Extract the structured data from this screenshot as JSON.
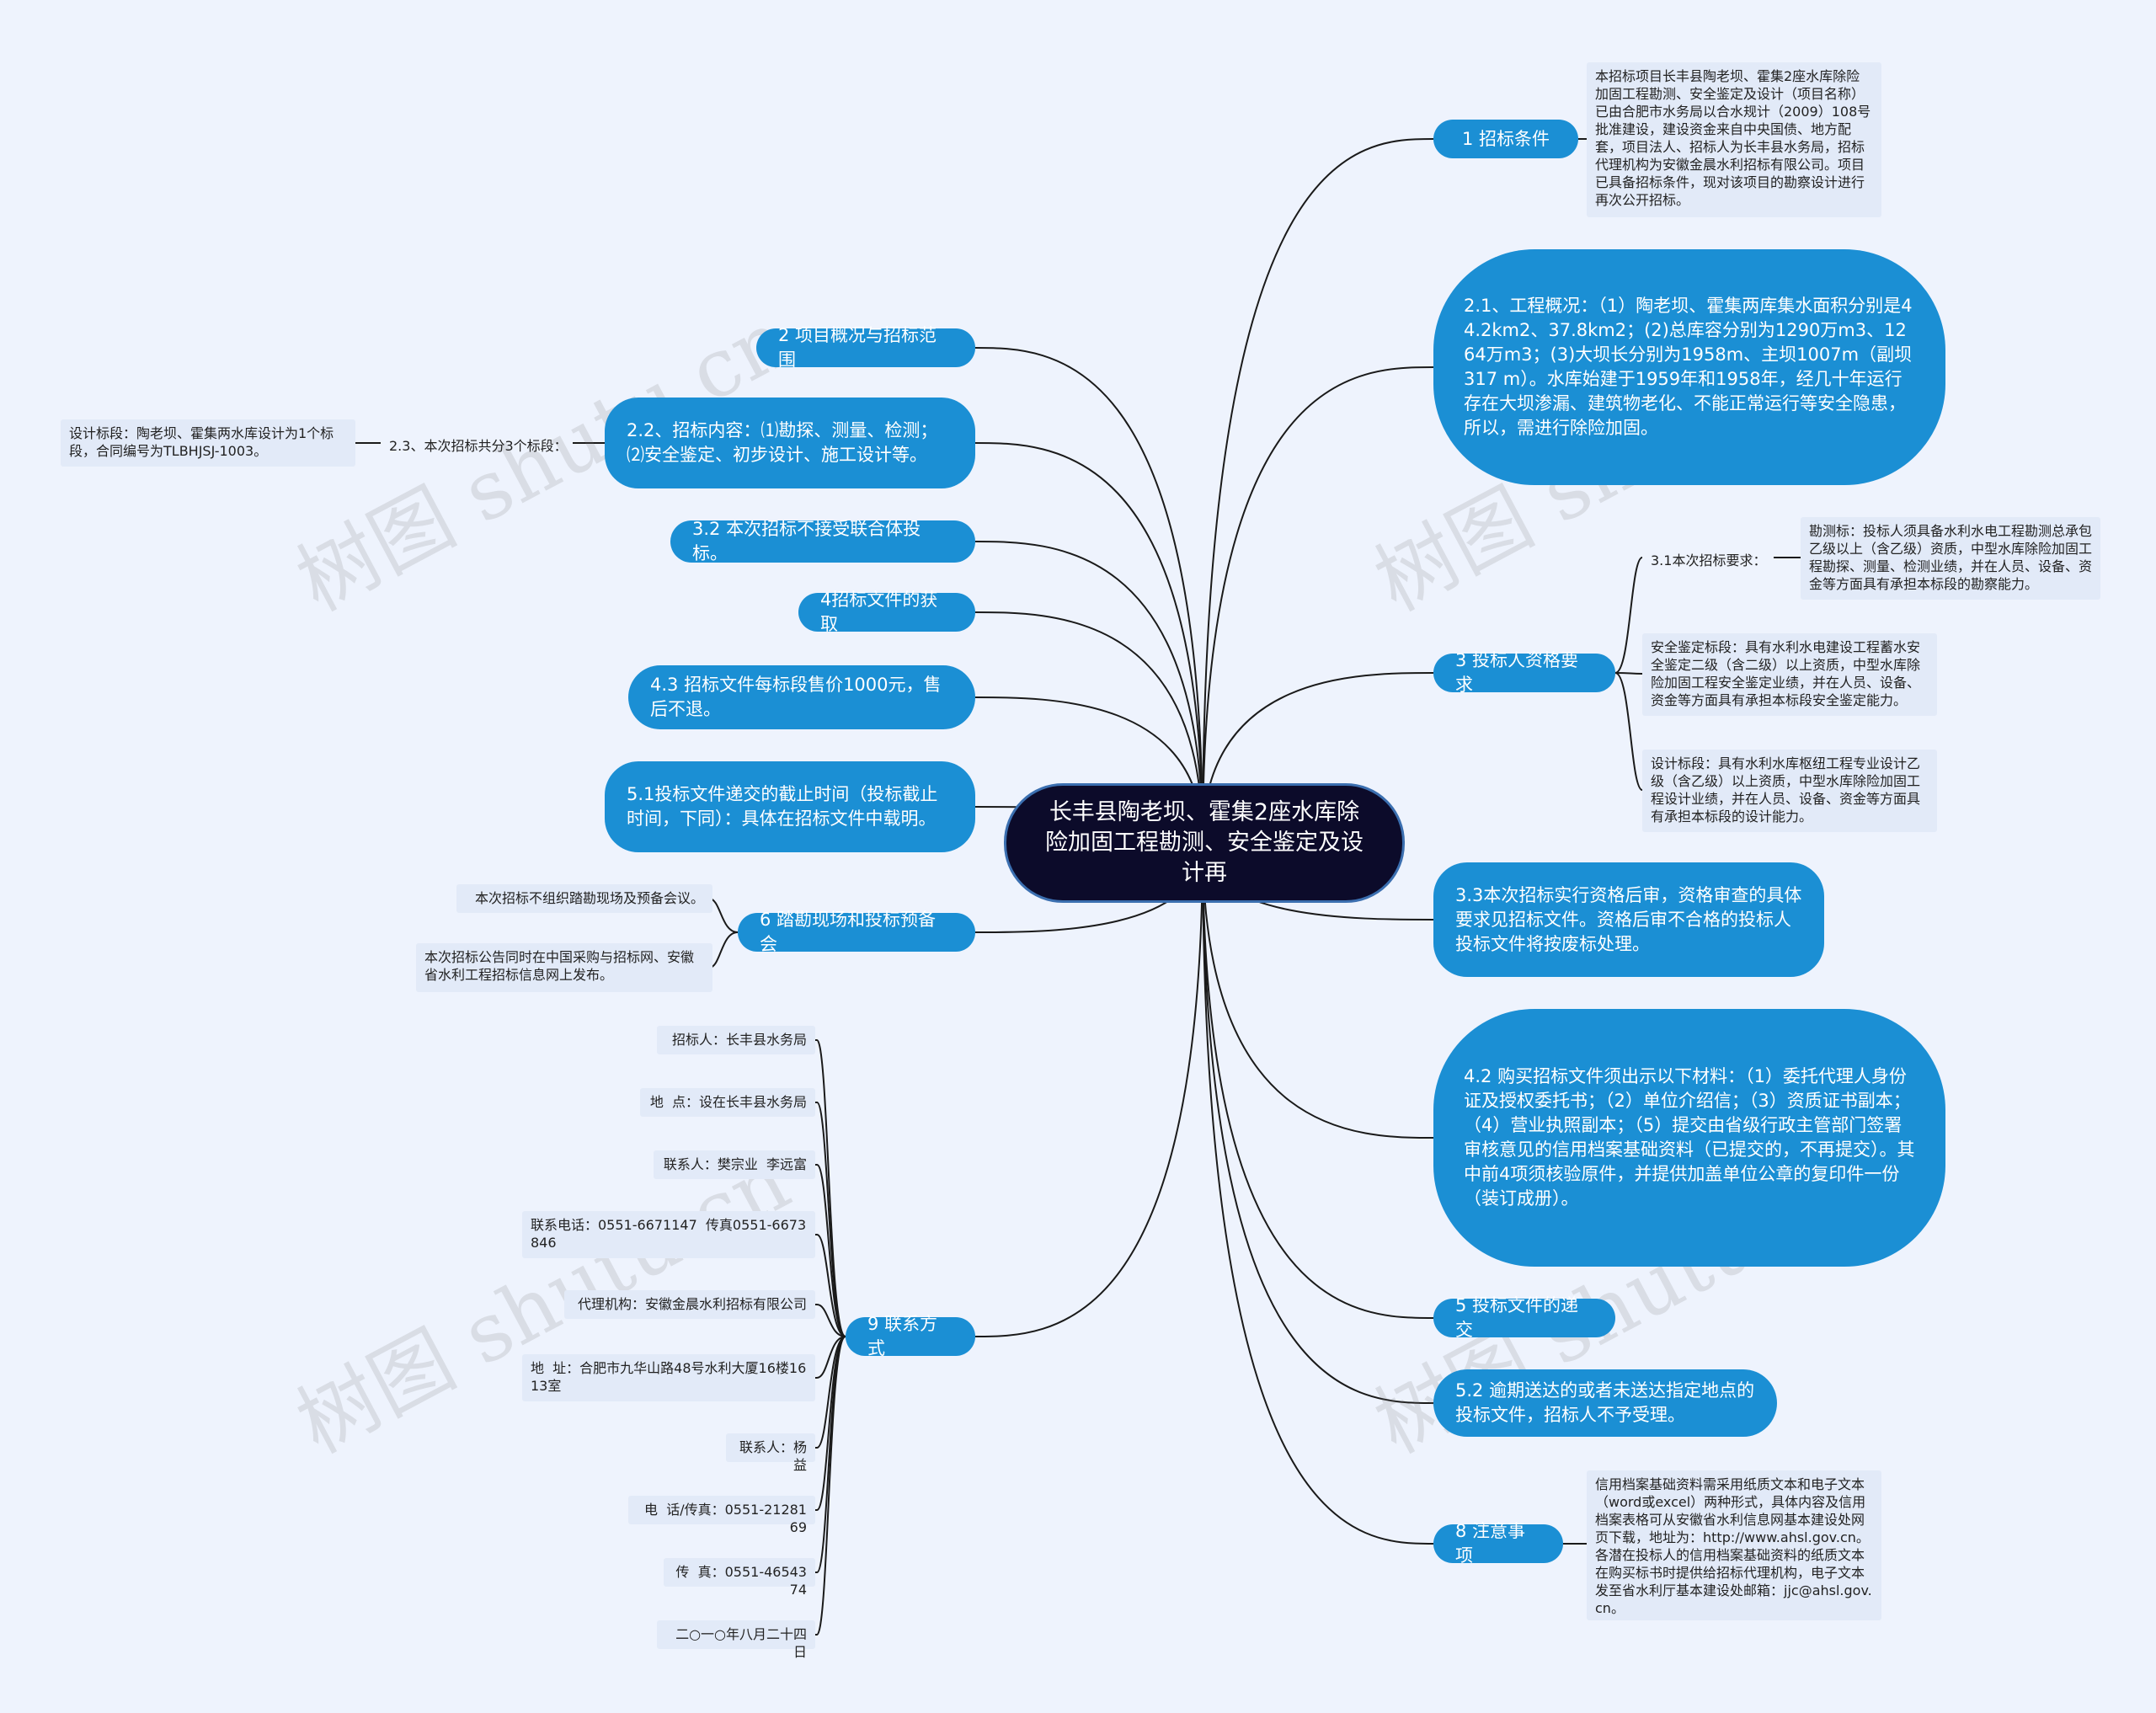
{
  "center": {
    "text": "长丰县陶老坝、霍集2座水库除险加固工程勘测、安全鉴定及设计再"
  },
  "branches": {
    "b1": "1 招标条件",
    "b2": "2 项目概况与招标范围",
    "b22": "2.2、招标内容：⑴勘探、测量、检测；⑵安全鉴定、初步设计、施工设计等。",
    "b32": "3.2 本次招标不接受联合体投标。",
    "b4": "4招标文件的获取",
    "b43": "4.3 招标文件每标段售价1000元，售后不退。",
    "b51": "5.1投标文件递交的截止时间（投标截止时间，下同）：具体在招标文件中载明。",
    "b6": "6 踏勘现场和投标预备会",
    "b9": "9 联系方式",
    "b21": "2.1、工程概况：（1）陶老坝、霍集两库集水面积分别是44.2km2、37.8km2；(2)总库容分别为1290万m3、1264万m3；(3)大坝长分别为1958m、主坝1007m（副坝317 m）。水库始建于1959年和1958年，经几十年运行存在大坝渗漏、建筑物老化、不能正常运行等安全隐患，所以，需进行除险加固。",
    "b3": "3 投标人资格要求",
    "b33": "3.3本次招标实行资格后审，资格审查的具体要求见招标文件。资格后审不合格的投标人投标文件将按废标处理。",
    "b42": "4.2 购买招标文件须出示以下材料：（1）委托代理人身份证及授权委托书；（2）单位介绍信；（3）资质证书副本；（4）营业执照副本；（5）提交由省级行政主管部门签署审核意见的信用档案基础资料（已提交的，不再提交）。其中前4项须核验原件，并提供加盖单位公章的复印件一份（装订成册）。",
    "b5": "5 投标文件的递交",
    "b52": "5.2 逾期送达的或者未送达指定地点的投标文件，招标人不予受理。",
    "b8": "8 注意事项"
  },
  "leaves": {
    "l1": "本招标项目长丰县陶老坝、霍集2座水库除险加固工程勘测、安全鉴定及设计（项目名称）已由合肥市水务局以合水规计（2009）108号批准建设，建设资金来自中央国债、地方配套，项目法人、招标人为长丰县水务局，招标代理机构为安徽金晨水利招标有限公司。项目已具备招标条件，现对该项目的勘察设计进行再次公开招标。",
    "l23": "2.3、本次招标共分3个标段：",
    "l23a": "设计标段：陶老坝、霍集两水库设计为1个标段，合同编号为TLBHJSJ-1003。",
    "l31": "3.1本次招标要求：",
    "l31a": "勘测标：投标人须具备水利水电工程勘测总承包乙级以上（含乙级）资质，中型水库除险加固工程勘探、测量、检测业绩，并在人员、设备、资金等方面具有承担本标段的勘察能力。",
    "l3b": "安全鉴定标段：具有水利水电建设工程蓄水安全鉴定二级（含二级）以上资质，中型水库除险加固工程安全鉴定业绩，并在人员、设备、资金等方面具有承担本标段安全鉴定能力。",
    "l3c": "设计标段：具有水利水库枢纽工程专业设计乙级（含乙级）以上资质，中型水库除险加固工程设计业绩，并在人员、设备、资金等方面具有承担本标段的设计能力。",
    "l6a": "本次招标不组织踏勘现场及预备会议。",
    "l6b": "本次招标公告同时在中国采购与招标网、安徽省水利工程招标信息网上发布。",
    "l8": "信用档案基础资料需采用纸质文本和电子文本（word或excel）两种形式，具体内容及信用档案表格可从安徽省水利信息网基本建设处网页下载，地址为：http://www.ahsl.gov.cn。各潜在投标人的信用档案基础资料的纸质文本在购买标书时提供给招标代理机构，电子文本发至省水利厅基本建设处邮箱：jjc@ahsl.gov.cn。"
  },
  "contacts": [
    "招标人：长丰县水务局",
    "地  点：设在长丰县水务局",
    "联系人：樊宗业  李远富",
    "联系电话：0551-6671147  传真0551-6673846",
    "代理机构：安徽金晨水利招标有限公司",
    "地  址：合肥市九华山路48号水利大厦16楼1613室",
    "联系人：杨益",
    "电  话/传真：0551-2128169",
    "传  真：0551-4654374",
    "二○一○年八月二十四日"
  ],
  "watermark": "树图 shutu.cn",
  "colors": {
    "node": "#1b8fd4",
    "center": "#0c0b2a",
    "leaf_bg": "#e2eaf8",
    "line": "#1a1a1a",
    "background": "#eef3fd"
  }
}
